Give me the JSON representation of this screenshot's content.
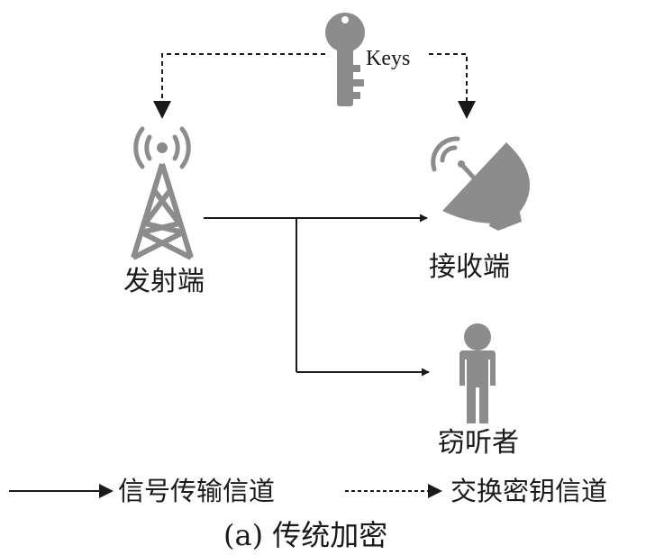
{
  "labels": {
    "keys": "Keys",
    "transmitter": "发射端",
    "receiver": "接收端",
    "eavesdropper": "窃听者"
  },
  "legend": {
    "signal_channel": "信号传输信道",
    "key_channel": "交换密钥信道"
  },
  "caption": "(a) 传统加密",
  "icons": {
    "key": "key-icon",
    "transmitter": "radio-tower-icon",
    "receiver": "satellite-dish-icon",
    "eavesdropper": "person-icon"
  },
  "colors": {
    "icon_gray": "#8c8c8c",
    "line": "#1a1a1a"
  }
}
